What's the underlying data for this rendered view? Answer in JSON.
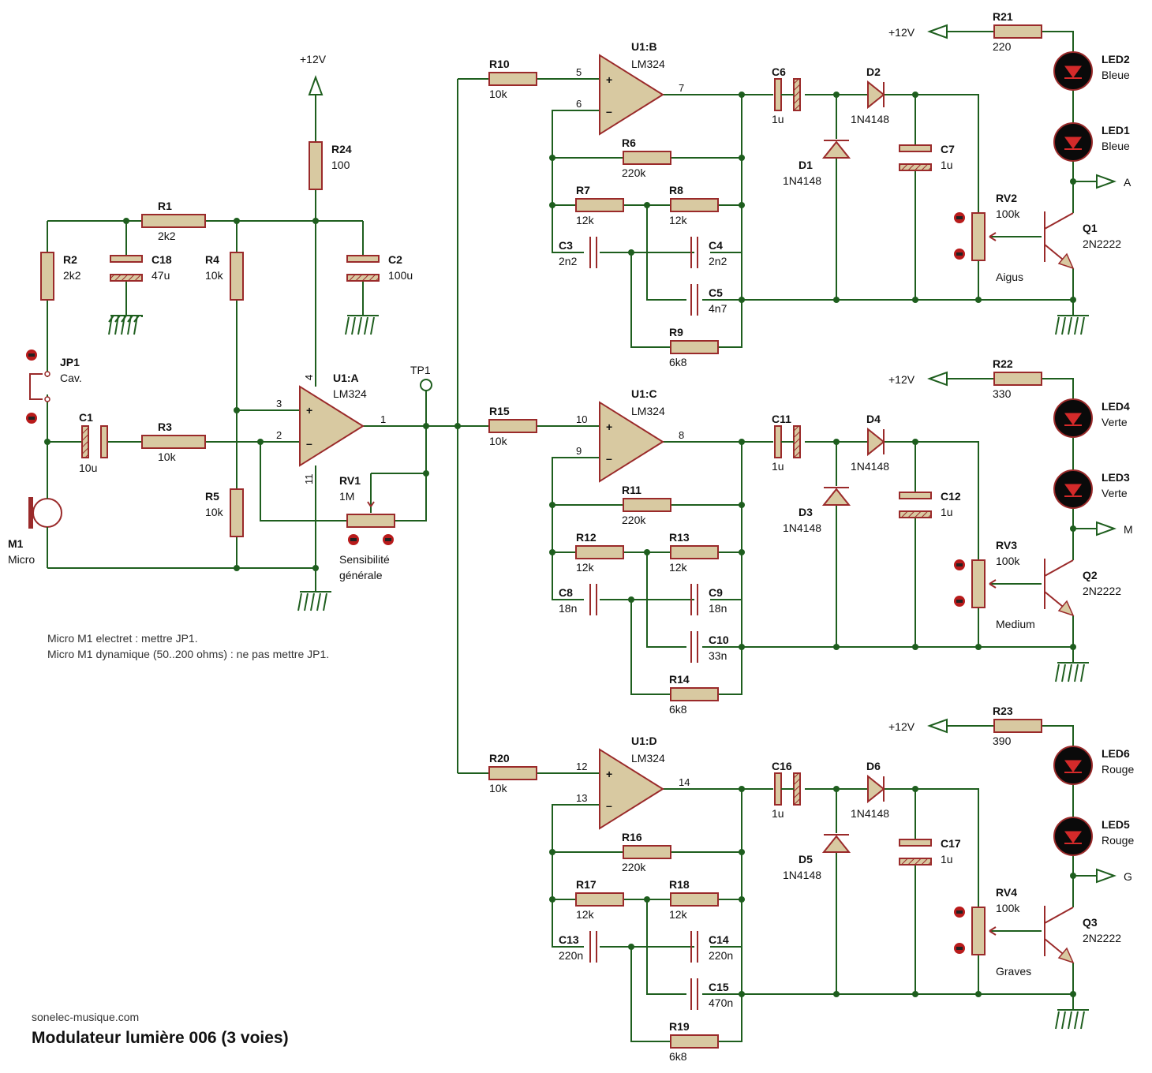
{
  "title": "Modulateur lumière 006 (3 voies)",
  "website": "sonelec-musique.com",
  "notes": [
    "Micro M1 electret : mettre JP1.",
    "Micro M1 dynamique (50..200 ohms) : ne pas mettre JP1."
  ],
  "supply": "+12V",
  "testpoint": "TP1",
  "input": {
    "R1": {
      "name": "R1",
      "value": "2k2"
    },
    "R2": {
      "name": "R2",
      "value": "2k2"
    },
    "R3": {
      "name": "R3",
      "value": "10k"
    },
    "R4": {
      "name": "R4",
      "value": "10k"
    },
    "R5": {
      "name": "R5",
      "value": "10k"
    },
    "R24": {
      "name": "R24",
      "value": "100"
    },
    "C1": {
      "name": "C1",
      "value": "10u"
    },
    "C2": {
      "name": "C2",
      "value": "100u"
    },
    "C18": {
      "name": "C18",
      "value": "47u"
    },
    "JP1": {
      "name": "JP1",
      "value": "Cav."
    },
    "M1": {
      "name": "M1",
      "value": "Micro"
    },
    "U1A": {
      "name": "U1:A",
      "value": "LM324"
    },
    "RV1": {
      "name": "RV1",
      "value": "1M",
      "caption1": "Sensibilité",
      "caption2": "générale"
    },
    "pins": {
      "p3": "3",
      "p2": "2",
      "p1": "1",
      "p4": "4",
      "p11": "11"
    }
  },
  "channels": [
    {
      "opamp": "U1:B",
      "opamp_val": "LM324",
      "pin_in": "5",
      "pin_fb": "6",
      "pin_out": "7",
      "Rin": "R10",
      "Rin_val": "10k",
      "Rfb": "R6",
      "Rfb_val": "220k",
      "Ra": "R7",
      "Ra_val": "12k",
      "Rb": "R8",
      "Rb_val": "12k",
      "Ca": "C3",
      "Ca_val": "2n2",
      "Cb": "C4",
      "Cb_val": "2n2",
      "Cc": "C5",
      "Cc_val": "4n7",
      "Rc": "R9",
      "Rc_val": "6k8",
      "Cout": "C6",
      "Cout_val": "1u",
      "Dser": "D2",
      "Dser_val": "1N4148",
      "Dsh": "D1",
      "Dsh_val": "1N4148",
      "Cst": "C7",
      "Cst_val": "1u",
      "RV": "RV2",
      "RV_val": "100k",
      "RV_caption": "Aigus",
      "Rled": "R21",
      "Rled_val": "220",
      "LEDtop": "LED2",
      "LEDtop_val": "Bleue",
      "LEDbot": "LED1",
      "LEDbot_val": "Bleue",
      "Q": "Q1",
      "Q_val": "2N2222",
      "out": "A"
    },
    {
      "opamp": "U1:C",
      "opamp_val": "LM324",
      "pin_in": "10",
      "pin_fb": "9",
      "pin_out": "8",
      "Rin": "R15",
      "Rin_val": "10k",
      "Rfb": "R11",
      "Rfb_val": "220k",
      "Ra": "R12",
      "Ra_val": "12k",
      "Rb": "R13",
      "Rb_val": "12k",
      "Ca": "C8",
      "Ca_val": "18n",
      "Cb": "C9",
      "Cb_val": "18n",
      "Cc": "C10",
      "Cc_val": "33n",
      "Rc": "R14",
      "Rc_val": "6k8",
      "Cout": "C11",
      "Cout_val": "1u",
      "Dser": "D4",
      "Dser_val": "1N4148",
      "Dsh": "D3",
      "Dsh_val": "1N4148",
      "Cst": "C12",
      "Cst_val": "1u",
      "RV": "RV3",
      "RV_val": "100k",
      "RV_caption": "Medium",
      "Rled": "R22",
      "Rled_val": "330",
      "LEDtop": "LED4",
      "LEDtop_val": "Verte",
      "LEDbot": "LED3",
      "LEDbot_val": "Verte",
      "Q": "Q2",
      "Q_val": "2N2222",
      "out": "M"
    },
    {
      "opamp": "U1:D",
      "opamp_val": "LM324",
      "pin_in": "12",
      "pin_fb": "13",
      "pin_out": "14",
      "Rin": "R20",
      "Rin_val": "10k",
      "Rfb": "R16",
      "Rfb_val": "220k",
      "Ra": "R17",
      "Ra_val": "12k",
      "Rb": "R18",
      "Rb_val": "12k",
      "Ca": "C13",
      "Ca_val": "220n",
      "Cb": "C14",
      "Cb_val": "220n",
      "Cc": "C15",
      "Cc_val": "470n",
      "Rc": "R19",
      "Rc_val": "6k8",
      "Cout": "C16",
      "Cout_val": "1u",
      "Dser": "D6",
      "Dser_val": "1N4148",
      "Dsh": "D5",
      "Dsh_val": "1N4148",
      "Cst": "C17",
      "Cst_val": "1u",
      "RV": "RV4",
      "RV_val": "100k",
      "RV_caption": "Graves",
      "Rled": "R23",
      "Rled_val": "390",
      "LEDtop": "LED6",
      "LEDtop_val": "Rouge",
      "LEDbot": "LED5",
      "LEDbot_val": "Rouge",
      "Q": "Q3",
      "Q_val": "2N2222",
      "out": "G"
    }
  ]
}
